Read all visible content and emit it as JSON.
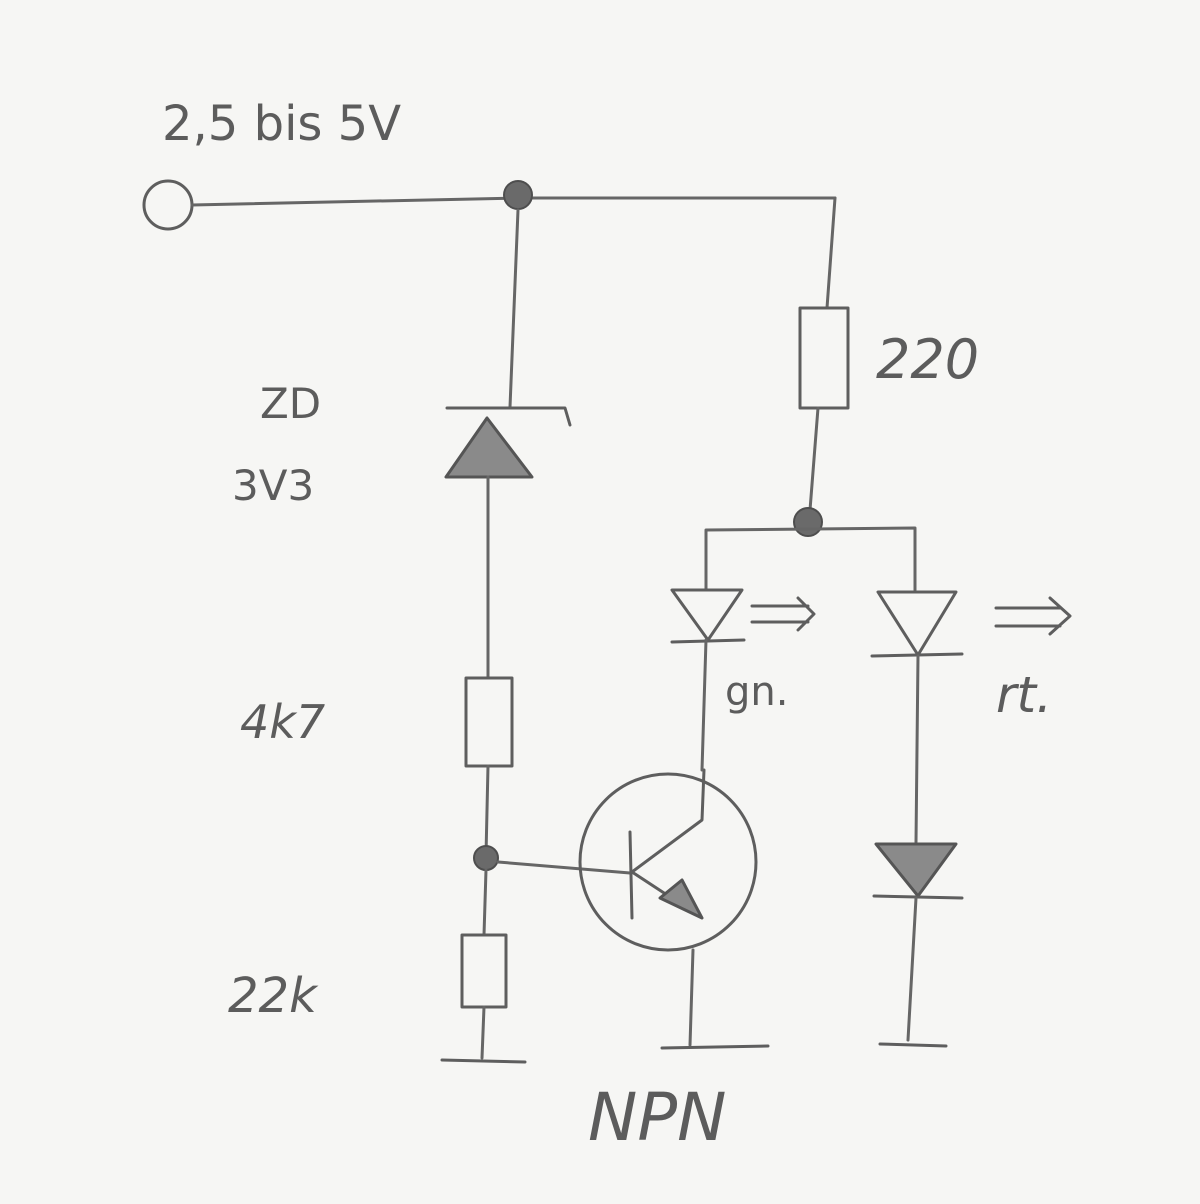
{
  "supply_label": "2,5 bis 5V",
  "zener": {
    "label_line1": "ZD",
    "label_line2": "3V3"
  },
  "resistor_series": {
    "label": "4k7"
  },
  "resistor_base": {
    "label": "22k"
  },
  "resistor_led": {
    "label": "220"
  },
  "led_green": {
    "label": "gn."
  },
  "led_red": {
    "label": "rt."
  },
  "transistor": {
    "label": "NPN"
  },
  "colors": {
    "pencil": "#5e5e5e",
    "paper": "#f6f6f4"
  }
}
